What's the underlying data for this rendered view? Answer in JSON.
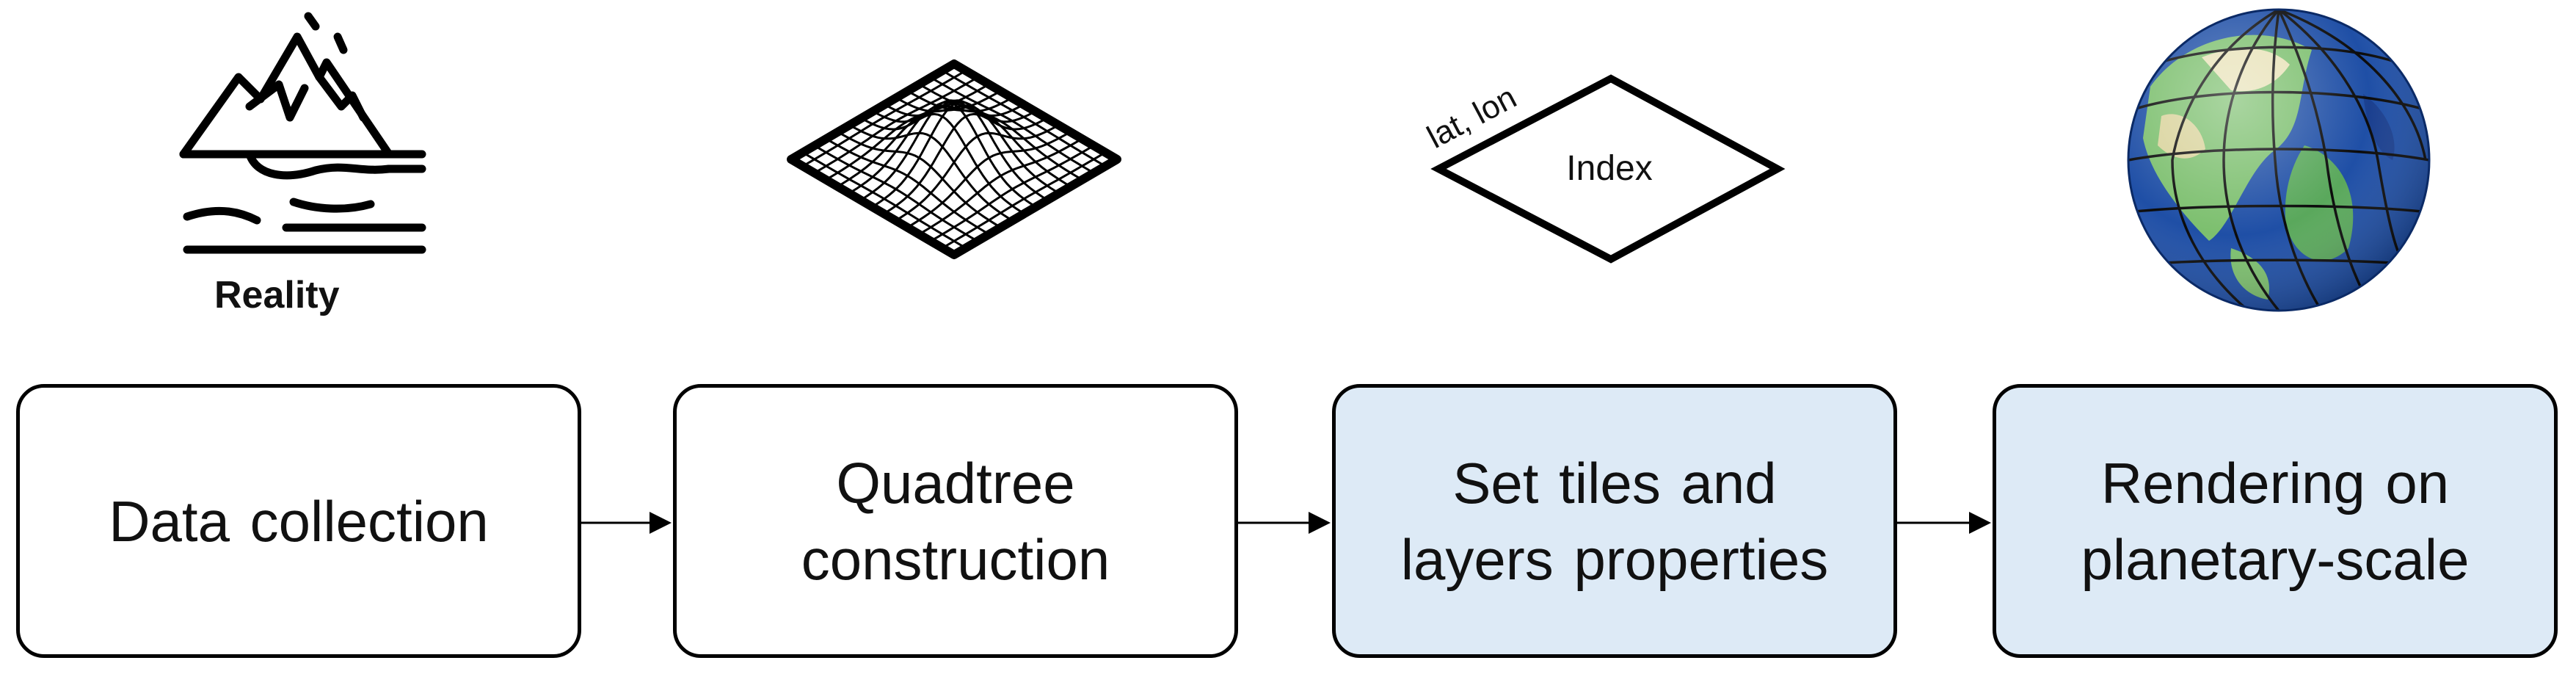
{
  "icons": {
    "reality": {
      "icon": "mountain-icon",
      "caption": "Reality"
    },
    "terrain": {
      "icon": "terrain-mesh-icon"
    },
    "index": {
      "icon": "diamond-index-icon",
      "label": "Index",
      "coord_label": "lat, lon"
    },
    "globe": {
      "icon": "globe-grid-icon"
    }
  },
  "steps": [
    {
      "lines": [
        "Data collection"
      ],
      "fill": "#ffffff"
    },
    {
      "lines": [
        "Quadtree",
        "construction"
      ],
      "fill": "#ffffff"
    },
    {
      "lines": [
        "Set tiles and",
        "layers properties"
      ],
      "fill": "#ddeaf6"
    },
    {
      "lines": [
        "Rendering on",
        "planetary-scale"
      ],
      "fill": "#ddeaf6"
    }
  ],
  "colors": {
    "stroke": "#000000",
    "tint": "#ddeaf6",
    "ocean": "#1f4fa6",
    "land": "#6fb86a"
  }
}
